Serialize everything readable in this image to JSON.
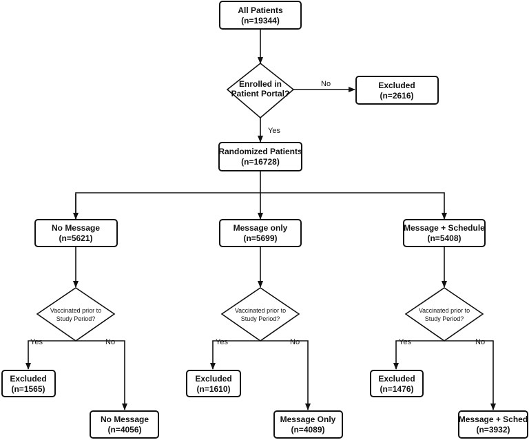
{
  "nodes": {
    "all_patients": {
      "line1": "All Patients",
      "line2": "(n=19344)"
    },
    "enrolled": {
      "line1": "Enrolled in",
      "line2": "Patient Portal?"
    },
    "excluded_top": {
      "line1": "Excluded",
      "line2": "(n=2616)"
    },
    "randomized": {
      "line1": "Randomized Patients",
      "line2": "(n=16728)"
    },
    "no_message": {
      "line1": "No Message",
      "line2": "(n=5621)"
    },
    "message_only": {
      "line1": "Message only",
      "line2": "(n=5699)"
    },
    "message_schedule": {
      "line1": "Message + Schedule",
      "line2": "(n=5408)"
    },
    "vacc_1": {
      "line1": "Vaccinated prior to",
      "line2": "Study Period?"
    },
    "vacc_2": {
      "line1": "Vaccinated prior to",
      "line2": "Study Period?"
    },
    "vacc_3": {
      "line1": "Vaccinated prior to",
      "line2": "Study Period?"
    },
    "excluded_1": {
      "line1": "Excluded",
      "line2": "(n=1565)"
    },
    "excluded_2": {
      "line1": "Excluded",
      "line2": "(n=1610)"
    },
    "excluded_3": {
      "line1": "Excluded",
      "line2": "(n=1476)"
    },
    "final_1": {
      "line1": "No Message",
      "line2": "(n=4056)"
    },
    "final_2": {
      "line1": "Message Only",
      "line2": "(n=4089)"
    },
    "final_3": {
      "line1": "Message + Sched",
      "line2": "(n=3932)"
    }
  },
  "edge_labels": {
    "no_top": "No",
    "yes_top": "Yes",
    "yes_1": "Yes",
    "no_1": "No",
    "yes_2": "Yes",
    "no_2": "No",
    "yes_3": "Yes",
    "no_3": "No"
  }
}
